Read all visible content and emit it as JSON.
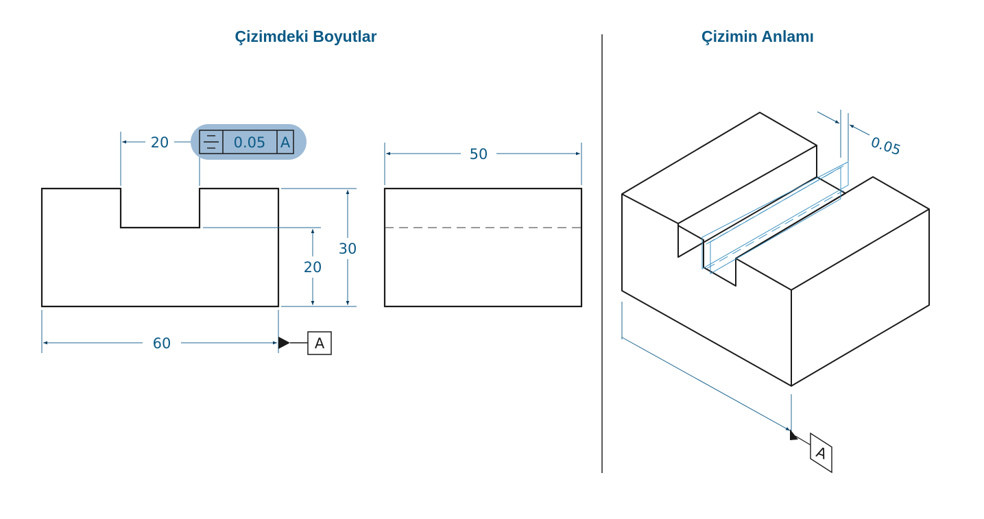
{
  "titles": {
    "left": "Çizimdeki Boyutlar",
    "right": "Çizimin Anlamı"
  },
  "dimensions": {
    "slot_width": "20",
    "total_width": "60",
    "height": "30",
    "slot_depth": "20",
    "depth": "50"
  },
  "feature_control_frame": {
    "symbol": "symmetry-icon",
    "tolerance": "0.05",
    "datum": "A"
  },
  "datum_label": "A",
  "isometric": {
    "tolerance_zone": "0.05",
    "datum_label": "A"
  },
  "colors": {
    "accent": "#0b5a86",
    "highlight": "#9dbbd6",
    "ink": "#1a1a1a",
    "dim_line": "#1f6690"
  }
}
